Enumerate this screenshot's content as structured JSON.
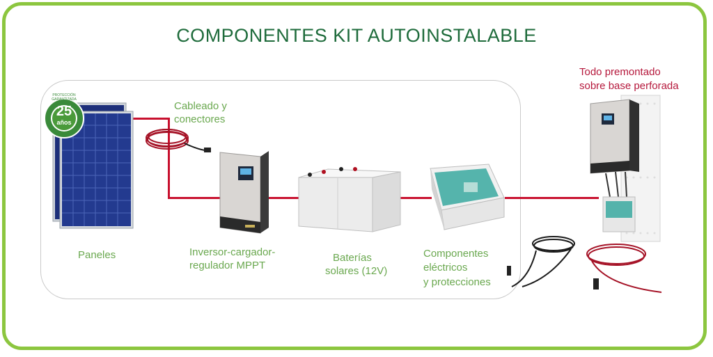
{
  "title": "COMPONENTES KIT AUTOINSTALABLE",
  "badge": {
    "number": "25",
    "unit": "años",
    "ring_text": "PROTECCIÓN GARANTIZADA"
  },
  "components": {
    "panels": "Paneles",
    "cabling_line1": "Cableado y",
    "cabling_line2": "conectores",
    "inverter_line1": "Inversor-cargador-",
    "inverter_line2": "regulador MPPT",
    "batteries_line1": "Baterías",
    "batteries_line2": "solares (12V)",
    "electrical_line1": "Componentes",
    "electrical_line2": "eléctricos",
    "electrical_line3": "y protecciones",
    "premounted_line1": "Todo premontado",
    "premounted_line2": "sobre base perforada"
  },
  "colors": {
    "frame": "#8cc63f",
    "title": "#1e6b3b",
    "label_green": "#6aa84f",
    "label_red": "#b5173b",
    "wire": "#c8102e"
  }
}
